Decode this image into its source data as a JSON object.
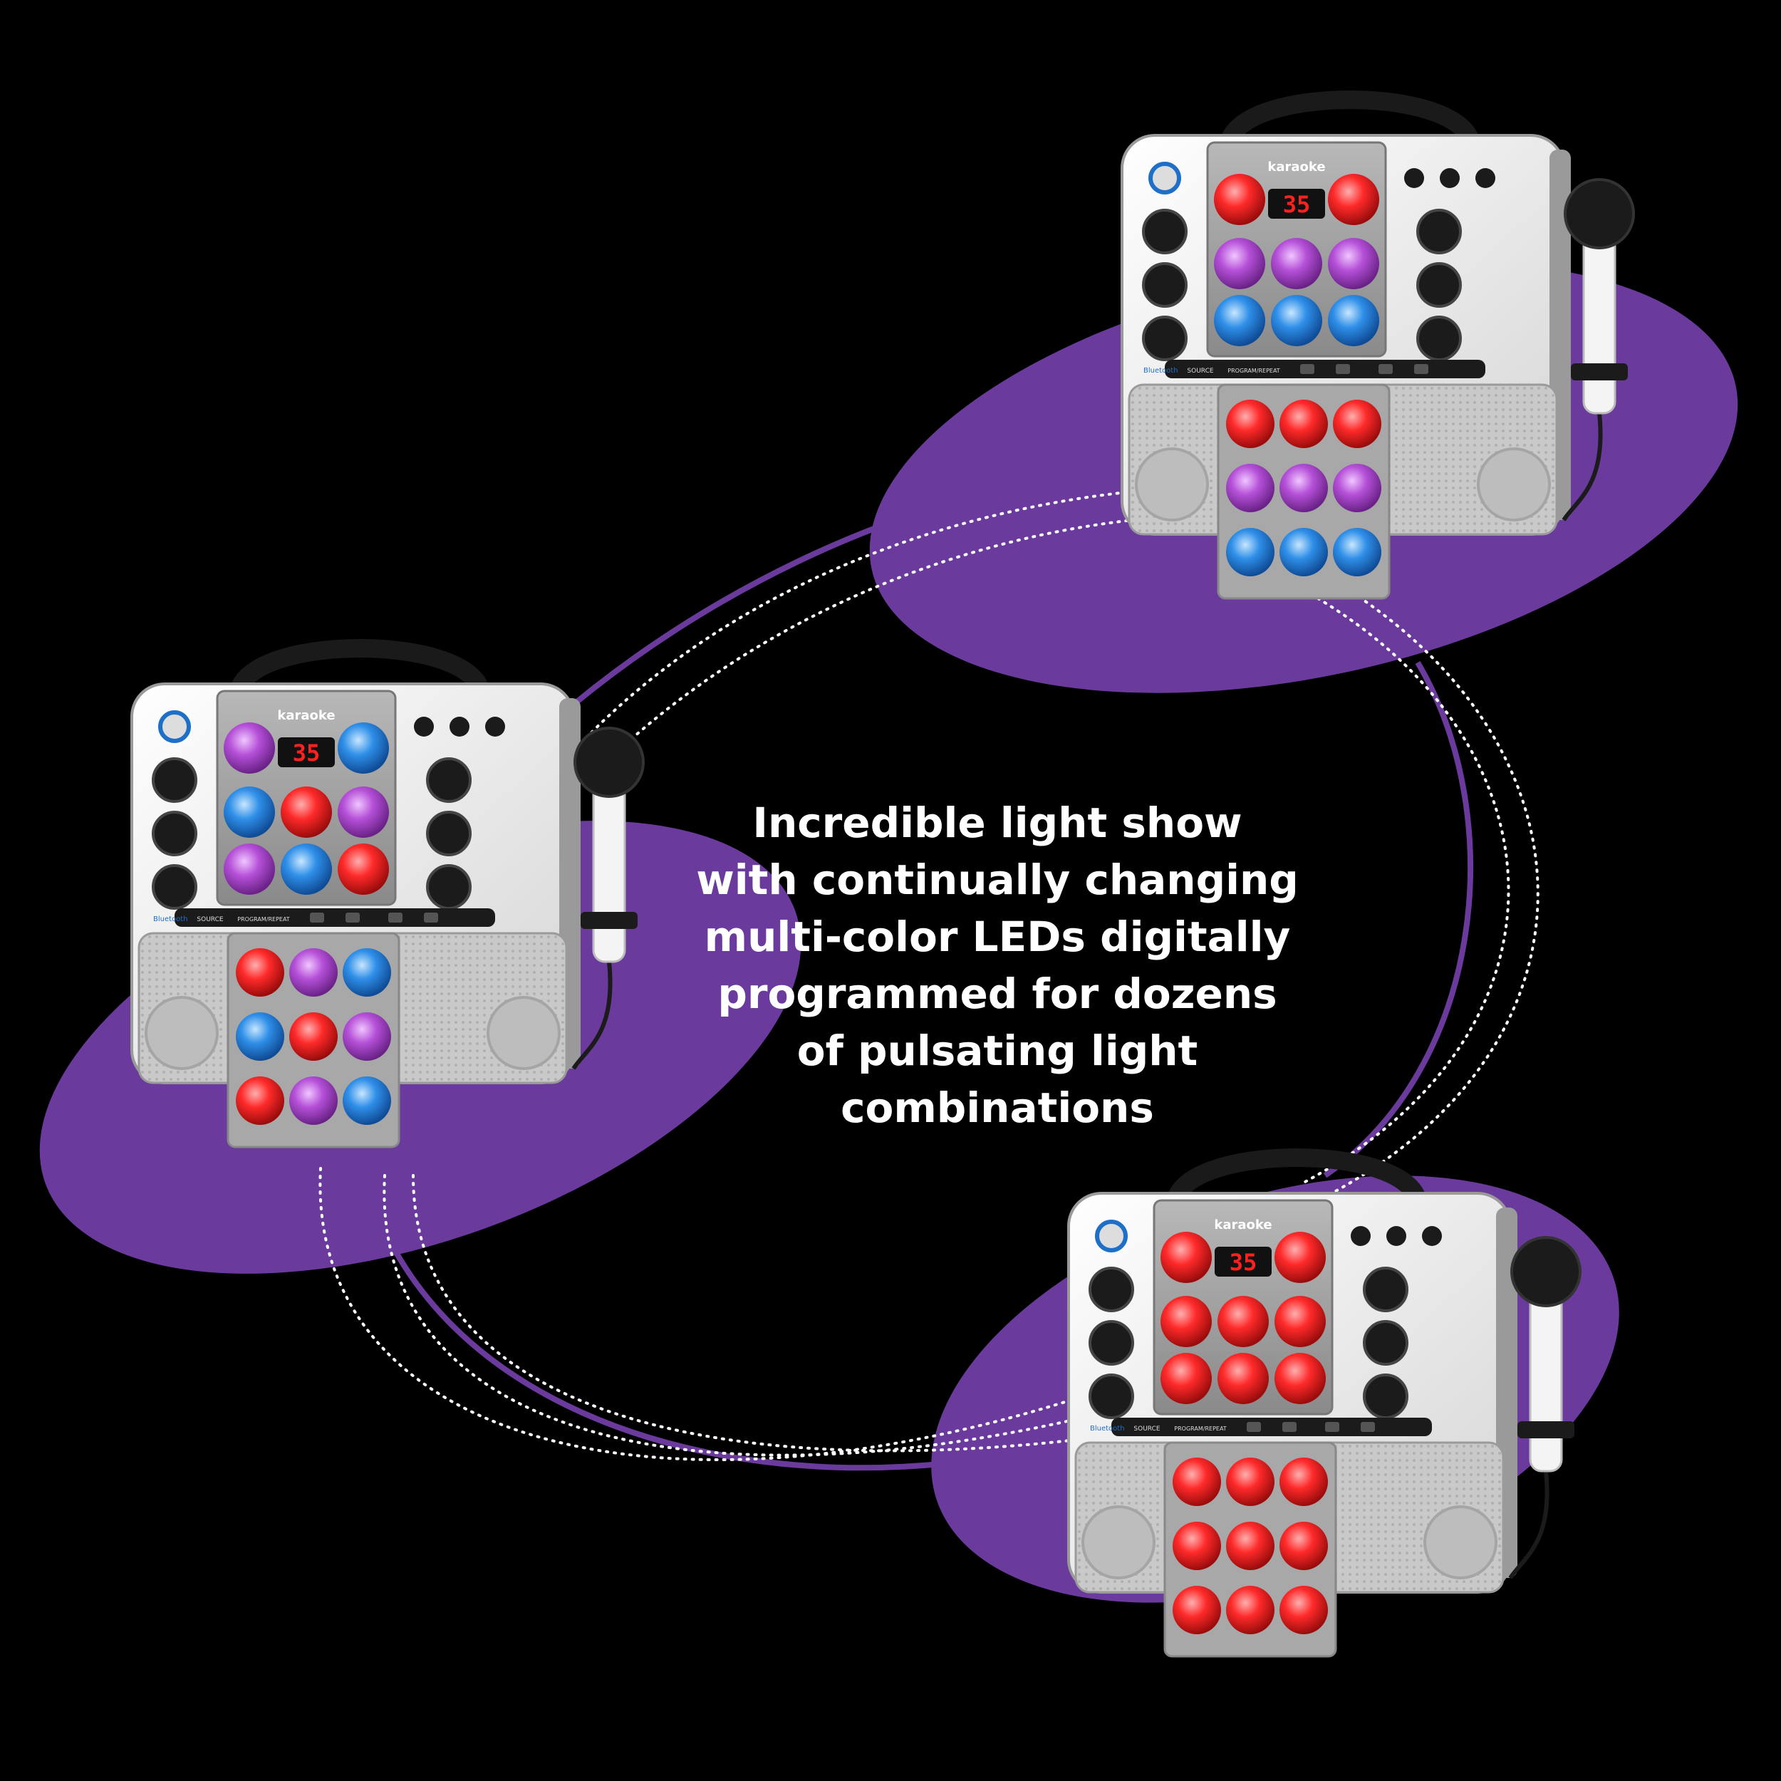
{
  "colors": {
    "background": "#000000",
    "accent_purple": "#6b3a9d",
    "text": "#ffffff",
    "led_red": "#ff2a2a",
    "led_purple": "#b550d8",
    "led_blue": "#2f8fe8",
    "device_shell": "#eeeeee",
    "device_trim": "#9a9a9a"
  },
  "headline": {
    "lines": [
      "Incredible light show",
      "with continually changing",
      "multi-color LEDs digitally",
      "programmed for dozens",
      "of pulsating light",
      "combinations"
    ]
  },
  "devices": [
    {
      "position": "left",
      "brand_logo": "karaoke",
      "display_text": "35",
      "bluetooth_label": "Bluetooth",
      "button_labels": [
        "SOURCE",
        "PROGRAM/REPEAT"
      ],
      "led_top": [
        "purple",
        "blue",
        "blue",
        "red",
        "purple",
        "purple",
        "blue",
        "red"
      ],
      "led_bottom": [
        "red",
        "purple",
        "blue",
        "blue",
        "red",
        "purple",
        "red",
        "purple",
        "blue"
      ]
    },
    {
      "position": "top-right",
      "brand_logo": "karaoke",
      "display_text": "35",
      "bluetooth_label": "Bluetooth",
      "button_labels": [
        "SOURCE",
        "PROGRAM/REPEAT"
      ],
      "led_top": [
        "red",
        "red",
        "purple",
        "purple",
        "purple",
        "blue",
        "blue",
        "blue"
      ],
      "led_bottom": [
        "red",
        "red",
        "red",
        "purple",
        "purple",
        "purple",
        "blue",
        "blue",
        "blue"
      ]
    },
    {
      "position": "bottom-right",
      "brand_logo": "karaoke",
      "display_text": "35",
      "bluetooth_label": "Bluetooth",
      "button_labels": [
        "SOURCE",
        "PROGRAM/REPEAT"
      ],
      "led_top": [
        "red",
        "red",
        "red",
        "red",
        "red",
        "red",
        "red",
        "red"
      ],
      "led_bottom": [
        "red",
        "red",
        "red",
        "red",
        "red",
        "red",
        "red",
        "red",
        "red"
      ]
    }
  ]
}
